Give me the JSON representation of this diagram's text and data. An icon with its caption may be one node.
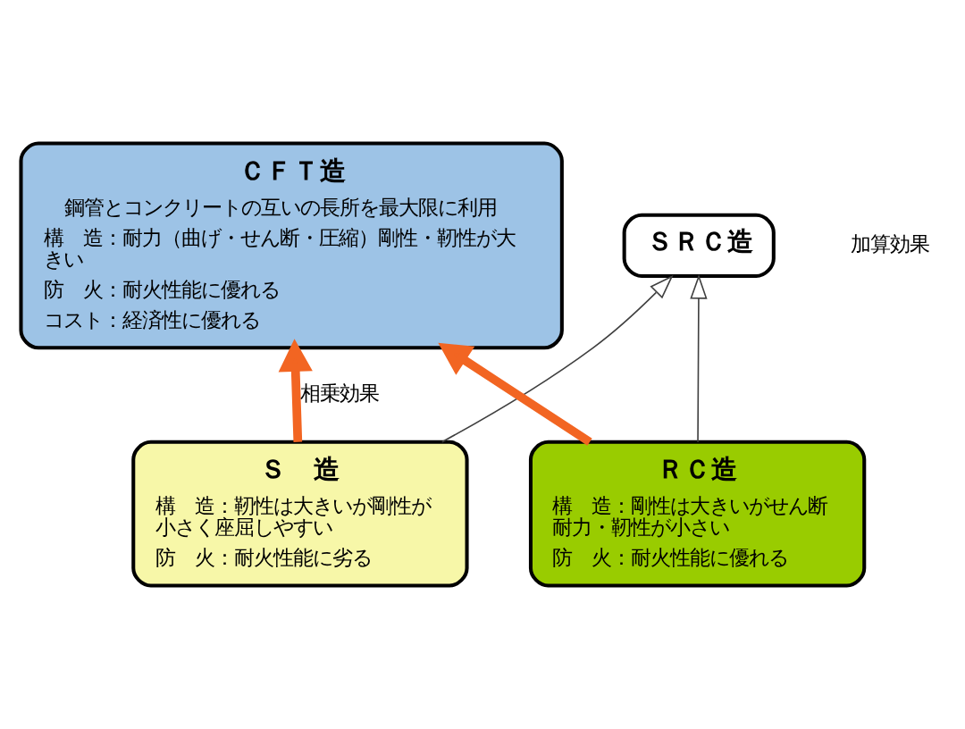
{
  "diagram": {
    "nodes": [
      {
        "text": [
          "ＣＦＴ造",
          "鋼管とコンクリートの互いの長所を最大限に利用",
          "構　造：耐力（曲げ・せん断・圧縮）剛性・靭性が大きい",
          "防　火：耐火性能に優れる",
          "コスト：経済性に優れる"
        ]
      },
      {
        "text": [
          "ＳＲＣ造"
        ]
      },
      {
        "text": [
          "Ｓ　造",
          "構　造：靭性は大きいが剛性が小さく座屈しやすい",
          "防　火：耐火性能に劣る"
        ]
      },
      {
        "text": [
          "ＲＣ造",
          "構　造：剛性は大きいがせん断耐力・靭性が小さい",
          "防　火：耐火性能に優れる"
        ]
      }
    ],
    "edges": [
      {
        "from": 2,
        "to": 0,
        "arrow": "to",
        "label": "相乗効果",
        "style": "thick",
        "color": "#f26522"
      },
      {
        "from": 3,
        "to": 0,
        "arrow": "to",
        "style": "thick",
        "color": "#f26522"
      },
      {
        "from": 2,
        "to": 1,
        "arrow": "to",
        "color": "#404040"
      },
      {
        "from": 3,
        "to": 1,
        "arrow": "to",
        "color": "#404040"
      }
    ],
    "labels": [
      "加算効果"
    ]
  }
}
